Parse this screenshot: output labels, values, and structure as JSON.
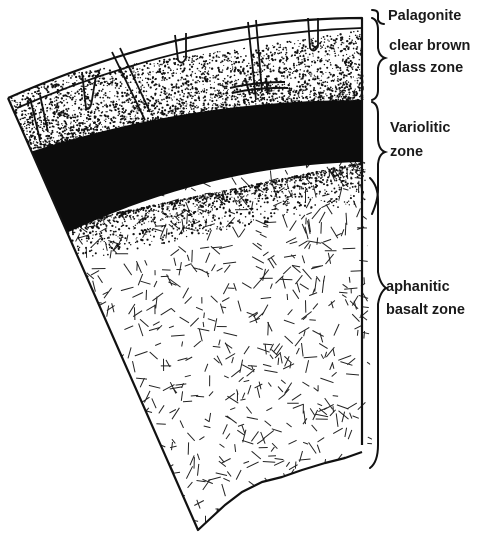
{
  "diagram": {
    "zones": [
      {
        "id": "palagonite",
        "lines": [
          "Palagonite"
        ]
      },
      {
        "id": "glass",
        "lines": [
          "clear brown",
          "glass zone"
        ]
      },
      {
        "id": "variolitic",
        "lines": [
          "Variolitic",
          "zone"
        ]
      },
      {
        "id": "basalt",
        "lines": [
          "aphanitic",
          "basalt zone"
        ]
      }
    ],
    "colors": {
      "ink": "#111111",
      "background": "#ffffff"
    }
  }
}
